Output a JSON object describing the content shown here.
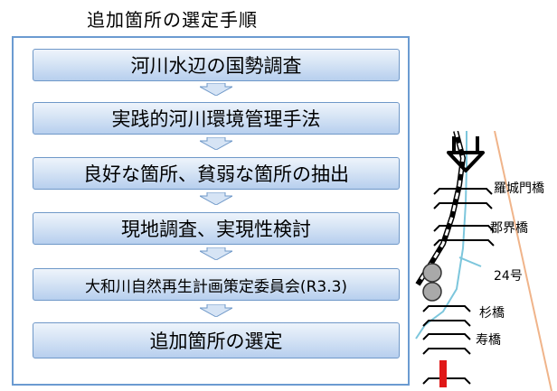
{
  "title": "追加箇所の選定手順",
  "steps": [
    "河川水辺の国勢調査",
    "実践的河川環境管理手法",
    "良好な箇所、貧弱な箇所の抽出",
    "現地調査、実現性検討",
    "大和川自然再生計画策定委員会(R3.3)",
    "追加箇所の選定"
  ],
  "map": {
    "labels": [
      "羅城門橋",
      "郡界橋",
      "24号",
      "杉橋",
      "寿橋"
    ],
    "colors": {
      "river": "#7cc6dc",
      "bank": "#f0b48a",
      "highlight": "#e01818",
      "marker_fill": "#a9a9a9"
    }
  }
}
